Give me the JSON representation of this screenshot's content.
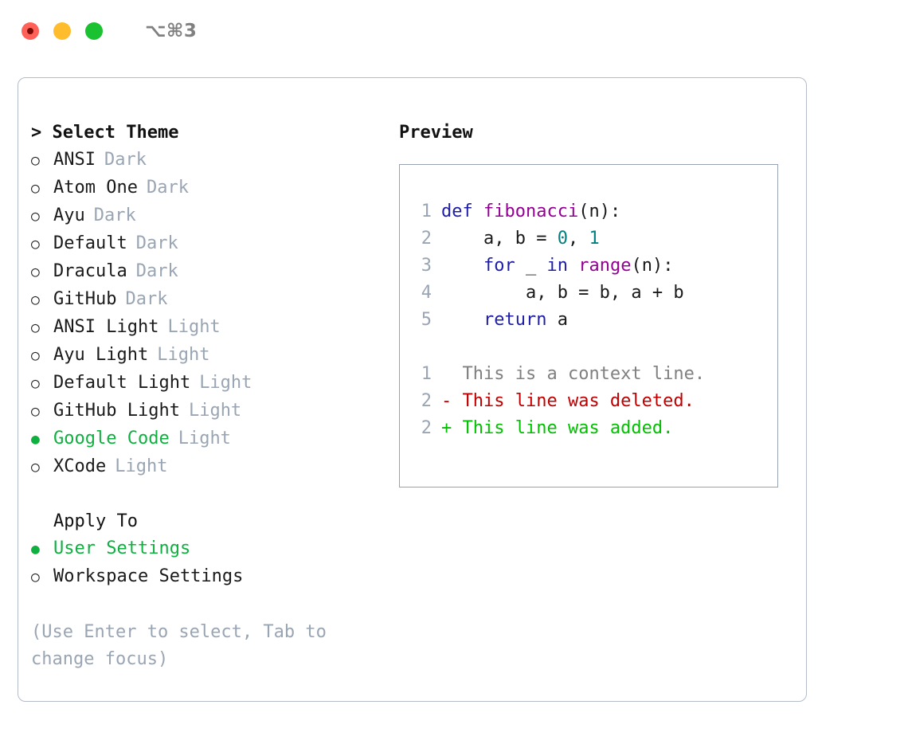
{
  "window": {
    "shortcut_label": "⌥⌘3",
    "traffic_lights": [
      "close",
      "minimize",
      "maximize"
    ]
  },
  "theme_picker": {
    "header_caret": "> ",
    "header_label": "Select Theme",
    "options": [
      {
        "label": "ANSI",
        "badge": "Dark",
        "selected": false,
        "bullet": "○"
      },
      {
        "label": "Atom One",
        "badge": "Dark",
        "selected": false,
        "bullet": "○"
      },
      {
        "label": "Ayu",
        "badge": "Dark",
        "selected": false,
        "bullet": "○"
      },
      {
        "label": "Default",
        "badge": "Dark",
        "selected": false,
        "bullet": "○"
      },
      {
        "label": "Dracula",
        "badge": "Dark",
        "selected": false,
        "bullet": "○"
      },
      {
        "label": "GitHub",
        "badge": "Dark",
        "selected": false,
        "bullet": "○"
      },
      {
        "label": "ANSI Light",
        "badge": "Light",
        "selected": false,
        "bullet": "○"
      },
      {
        "label": "Ayu Light",
        "badge": "Light",
        "selected": false,
        "bullet": "○"
      },
      {
        "label": "Default Light",
        "badge": "Light",
        "selected": false,
        "bullet": "○"
      },
      {
        "label": "GitHub Light",
        "badge": "Light",
        "selected": false,
        "bullet": "○"
      },
      {
        "label": "Google Code",
        "badge": "Light",
        "selected": true,
        "bullet": "●"
      },
      {
        "label": "XCode",
        "badge": "Light",
        "selected": false,
        "bullet": "○"
      }
    ]
  },
  "apply_to": {
    "header_label": "Apply To",
    "options": [
      {
        "label": "User Settings",
        "selected": true,
        "bullet": "●"
      },
      {
        "label": "Workspace Settings",
        "selected": false,
        "bullet": "○"
      }
    ]
  },
  "hint": {
    "text": "(Use Enter to select, Tab to change focus)"
  },
  "preview": {
    "title": "Preview",
    "code_lines": [
      {
        "number": "1",
        "tokens": [
          {
            "text": "def ",
            "kind": "kw"
          },
          {
            "text": "fibonacci",
            "kind": "fn"
          },
          {
            "text": "(n):",
            "kind": "punc"
          }
        ]
      },
      {
        "number": "2",
        "tokens": [
          {
            "text": "    a, b = ",
            "kind": "punc"
          },
          {
            "text": "0",
            "kind": "num"
          },
          {
            "text": ", ",
            "kind": "punc"
          },
          {
            "text": "1",
            "kind": "num"
          }
        ]
      },
      {
        "number": "3",
        "tokens": [
          {
            "text": "    ",
            "kind": "punc"
          },
          {
            "text": "for",
            "kind": "kw"
          },
          {
            "text": " _ ",
            "kind": "punc"
          },
          {
            "text": "in",
            "kind": "kw"
          },
          {
            "text": " ",
            "kind": "punc"
          },
          {
            "text": "range",
            "kind": "fn"
          },
          {
            "text": "(n):",
            "kind": "punc"
          }
        ]
      },
      {
        "number": "4",
        "tokens": [
          {
            "text": "        a, b = b, a + b",
            "kind": "punc"
          }
        ]
      },
      {
        "number": "5",
        "tokens": [
          {
            "text": "    ",
            "kind": "punc"
          },
          {
            "text": "return",
            "kind": "kw"
          },
          {
            "text": " a",
            "kind": "punc"
          }
        ]
      }
    ],
    "diff_lines": [
      {
        "number": "1",
        "marker": "  ",
        "text": "This is a context line.",
        "kind": "ctx"
      },
      {
        "number": "2",
        "marker": "- ",
        "text": "This line was deleted.",
        "kind": "del"
      },
      {
        "number": "2",
        "marker": "+ ",
        "text": "This line was added.",
        "kind": "add"
      }
    ]
  },
  "colors": {
    "accent_green": "#10b040",
    "muted_gray": "#9aa5b4",
    "keyword_blue": "#1d1da8",
    "function_purple": "#960096",
    "number_teal": "#008080",
    "diff_deleted": "#c00000",
    "diff_added": "#00c000",
    "panel_border": "#b4bcc8",
    "preview_border": "#97a3b2",
    "traffic_close": "#ff6159",
    "traffic_min": "#ffbd2e",
    "traffic_max": "#1ac231"
  }
}
